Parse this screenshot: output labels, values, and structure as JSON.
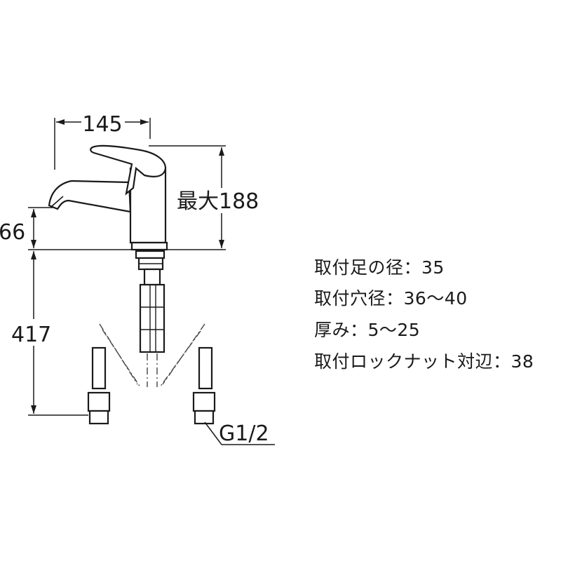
{
  "dimensions": {
    "width_top": "145",
    "height_max": "最大188",
    "spout_height": "66",
    "hose_length": "417",
    "thread": "G1/2"
  },
  "specs": [
    "取付足の径：35",
    "取付穴径：36～40",
    "厚み：5～25",
    "取付ロックナット対辺：38"
  ]
}
